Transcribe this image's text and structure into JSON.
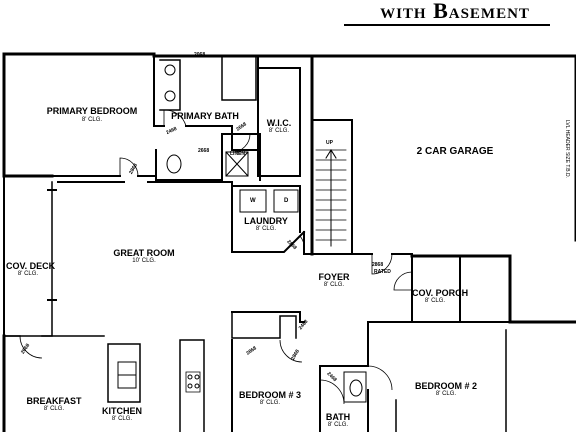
{
  "title": "with Basement",
  "rooms": {
    "primary_bedroom": {
      "name": "PRIMARY BEDROOM",
      "clg": "8' CLG."
    },
    "primary_bath": {
      "name": "PRIMARY BATH"
    },
    "wic": {
      "name": "W.I.C.",
      "clg": "8' CLG."
    },
    "linen": {
      "name": "LINEN"
    },
    "garage": {
      "name": "2 CAR GARAGE"
    },
    "laundry": {
      "name": "LAUNDRY",
      "clg": "8' CLG."
    },
    "great_room": {
      "name": "GREAT ROOM",
      "clg": "10' CLG."
    },
    "cov_deck": {
      "name": "COV. DECK",
      "clg": "8' CLG."
    },
    "foyer": {
      "name": "FOYER",
      "clg": "8' CLG."
    },
    "cov_porch": {
      "name": "COV. PORCH",
      "clg": "8' CLG."
    },
    "breakfast": {
      "name": "BREAKFAST",
      "clg": "8' CLG."
    },
    "kitchen": {
      "name": "KITCHEN",
      "clg": "8' CLG."
    },
    "bedroom3": {
      "name": "BEDROOM # 3",
      "clg": "8' CLG."
    },
    "bath": {
      "name": "BATH",
      "clg": "8' CLG."
    },
    "bedroom2": {
      "name": "BEDROOM # 2",
      "clg": "8' CLG."
    }
  },
  "fixtures": {
    "washer": "W",
    "dryer": "D",
    "up_label": "UP"
  },
  "door_tags": {
    "d1": "2468",
    "d2": "2668",
    "d3": "2668",
    "d4": "2868",
    "d5": "2868",
    "d6": "2868",
    "d7": "2868",
    "d8": "2868",
    "d9": "2468",
    "d10": "2468",
    "d11": "2068",
    "d12": "2668",
    "rated": "RATED"
  },
  "garage_header": "LVL HEADER SIZE T.B.D."
}
